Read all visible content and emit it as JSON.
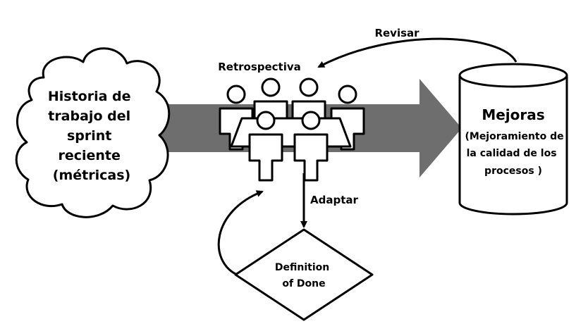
{
  "cloud": {
    "lines": [
      "Historia de",
      "trabajo del",
      "sprint",
      "reciente",
      "(métricas)"
    ]
  },
  "team": {
    "label": "Retrospectiva",
    "people_count": 6
  },
  "arrows": {
    "review_label": "Revisar",
    "adapt_label": "Adaptar"
  },
  "cylinder": {
    "title": "Mejoras",
    "lines": [
      "(Mejoramiento de",
      "la calidad de los",
      "procesos )"
    ]
  },
  "diamond": {
    "lines": [
      "Definition",
      "of Done"
    ]
  },
  "colors": {
    "main_arrow": "#6e6e6e",
    "stroke": "#000000",
    "fill": "#ffffff",
    "background": "#ffffff"
  }
}
